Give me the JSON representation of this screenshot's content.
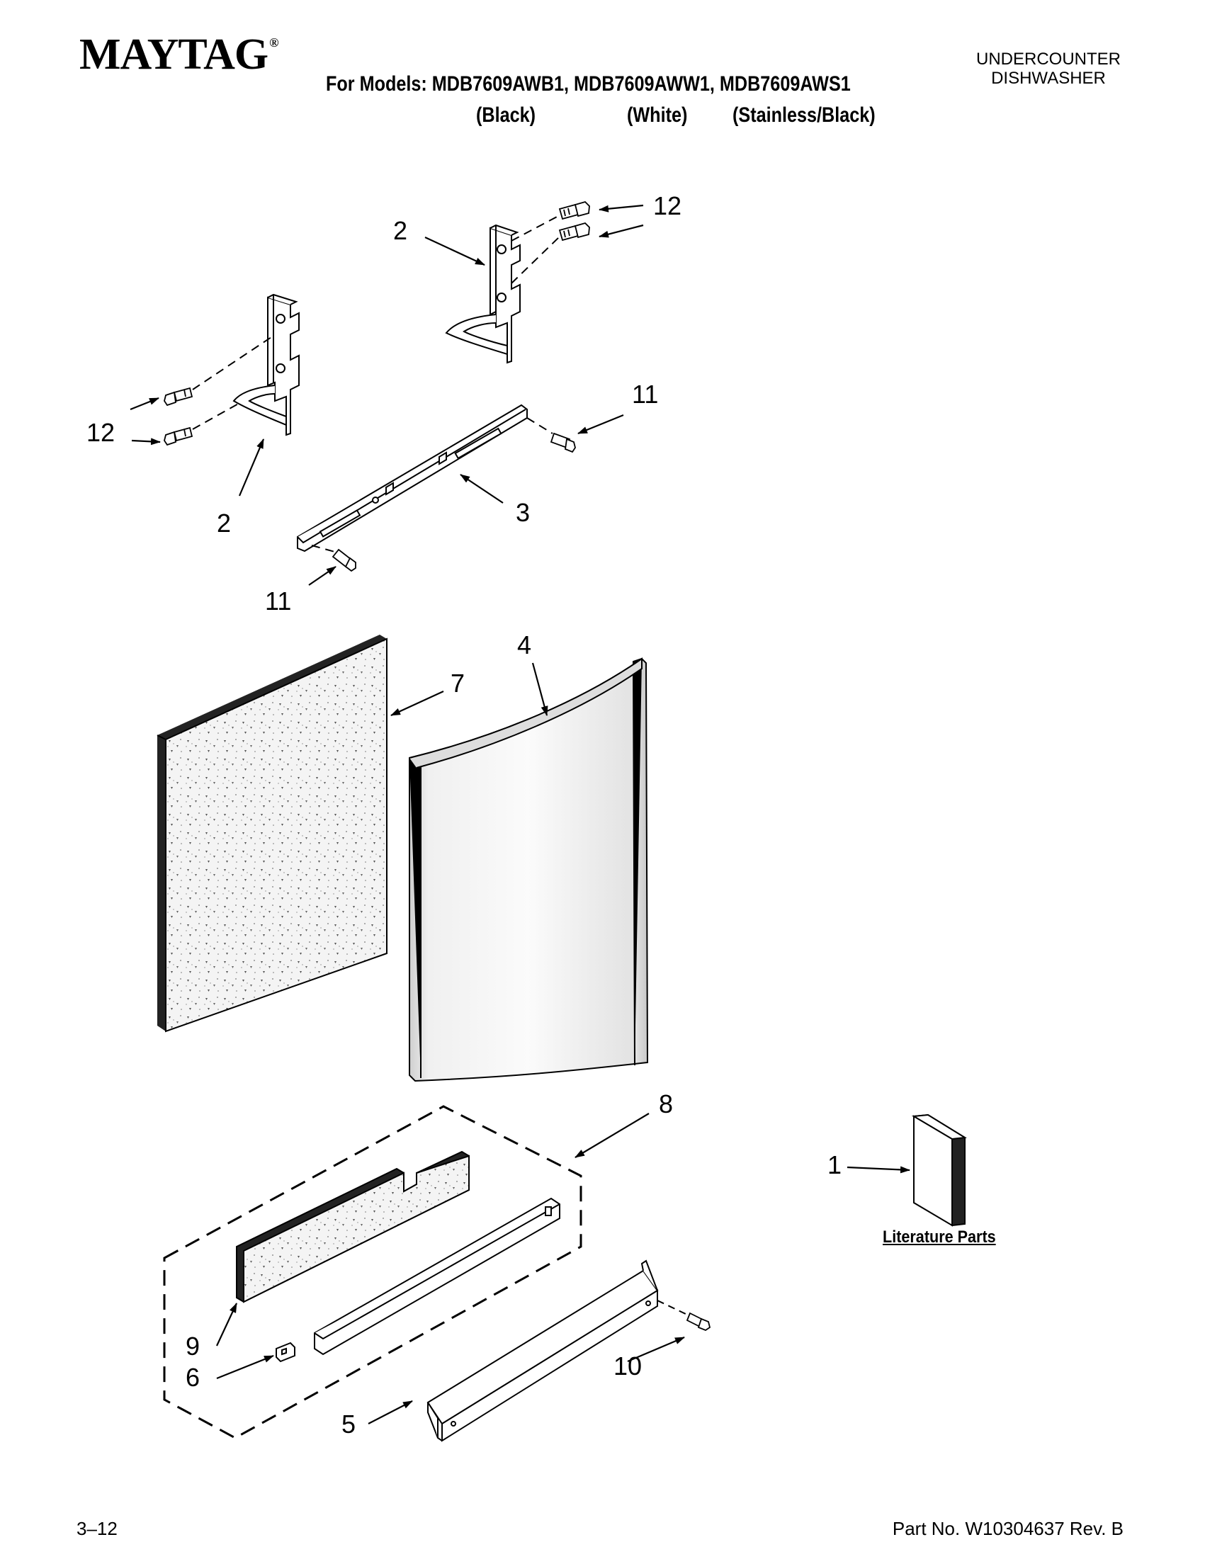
{
  "header": {
    "brand": "MAYTAG",
    "brand_mark": "®",
    "models_line": "For Models: MDB7609AWB1, MDB7609AWW1, MDB7609AWS1",
    "variants": [
      "(Black)",
      "(White)",
      "(Stainless/Black)"
    ],
    "doc_type_line1": "UNDERCOUNTER",
    "doc_type_line2": "DISHWASHER"
  },
  "callouts": {
    "c1": "1",
    "c2a": "2",
    "c2b": "2",
    "c3": "3",
    "c4": "4",
    "c5": "5",
    "c6": "6",
    "c7": "7",
    "c8": "8",
    "c9": "9",
    "c10": "10",
    "c11a": "11",
    "c11b": "11",
    "c12a": "12",
    "c12b": "12"
  },
  "literature_label": "Literature Parts",
  "footer": {
    "page_number": "3–12",
    "part_number": "Part No. W10304637 Rev. B"
  }
}
